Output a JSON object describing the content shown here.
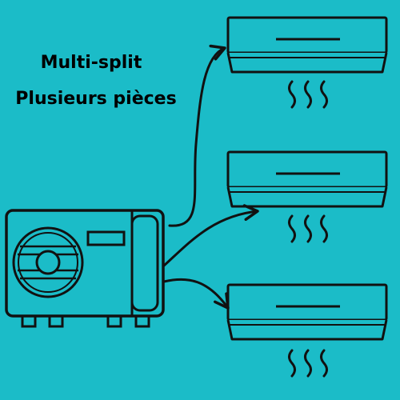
{
  "title": {
    "line1": "Multi-split",
    "line2": "Plusieurs pièces"
  },
  "colors": {
    "background": "#1bbcc8",
    "stroke": "#111111",
    "unit_fill": "#1bbcc8"
  },
  "indoor_units": [
    {
      "id": "top"
    },
    {
      "id": "middle"
    },
    {
      "id": "bottom"
    }
  ],
  "outdoor_unit": {
    "icon": "fan-icon"
  }
}
